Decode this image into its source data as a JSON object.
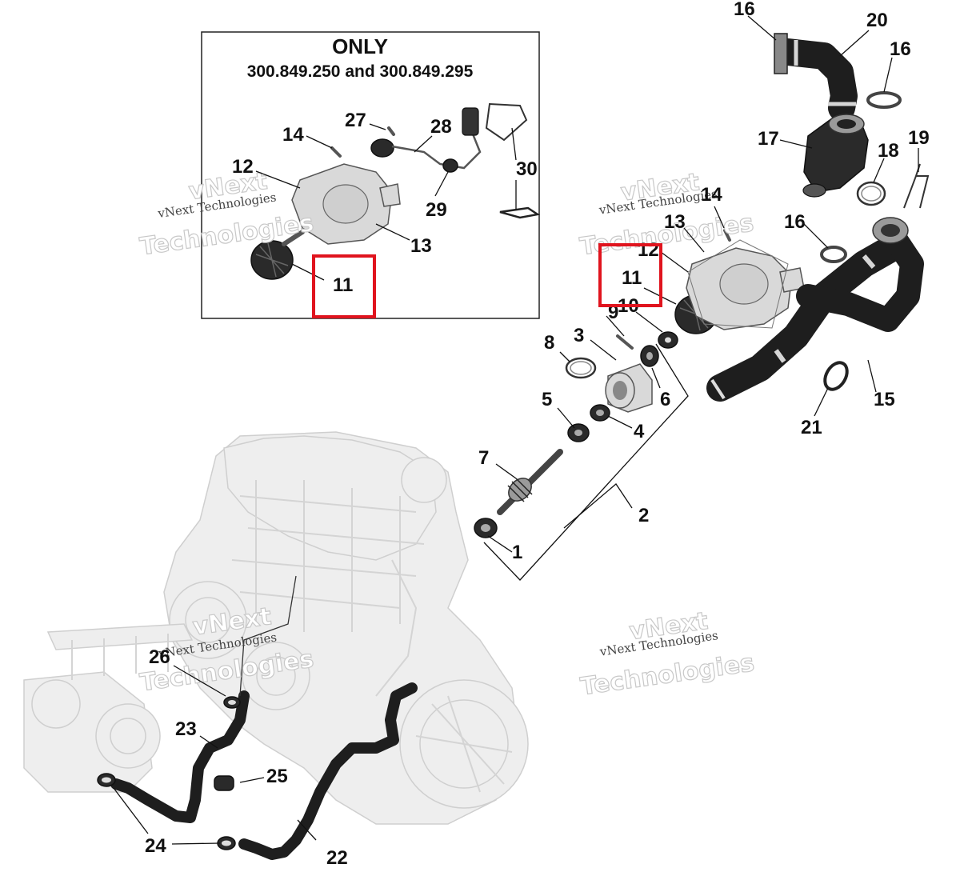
{
  "inset": {
    "title": "ONLY",
    "subtitle": "300.849.250 and 300.849.295"
  },
  "watermark": {
    "line1": "vNext Technologies",
    "big_line1": "vNext",
    "big_line2": "Technologies"
  },
  "highlight_color": "#e0141e",
  "callouts": {
    "c1": "1",
    "c2": "2",
    "c3": "3",
    "c4": "4",
    "c5": "5",
    "c6": "6",
    "c7": "7",
    "c8": "8",
    "c9": "9",
    "c10": "10",
    "c11": "11",
    "c12": "12",
    "c13": "13",
    "c14": "14",
    "c15": "15",
    "c16": "16",
    "c17": "17",
    "c18": "18",
    "c19": "19",
    "c20": "20",
    "c21": "21",
    "c22": "22",
    "c23": "23",
    "c24": "24",
    "c25": "25",
    "c26": "26",
    "c27": "27",
    "c28": "28",
    "c29": "29",
    "c30": "30"
  }
}
